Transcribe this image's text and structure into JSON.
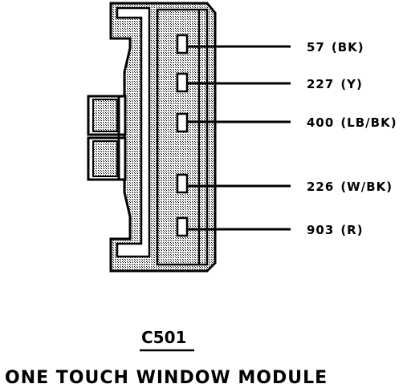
{
  "connector": {
    "id": "C501",
    "module_name": "ONE TOUCH WINDOW MODULE",
    "pins": [
      {
        "circuit": "57",
        "color": "(BK)"
      },
      {
        "circuit": "227",
        "color": "(Y)"
      },
      {
        "circuit": "400",
        "color": "(LB/BK)"
      },
      {
        "circuit": "226",
        "color": "(W/BK)"
      },
      {
        "circuit": "903",
        "color": "(R)"
      }
    ]
  }
}
